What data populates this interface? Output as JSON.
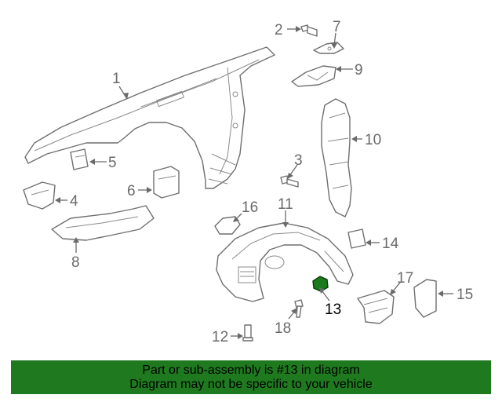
{
  "callouts": {
    "c1": "1",
    "c2": "2",
    "c3": "3",
    "c4": "4",
    "c5": "5",
    "c6": "6",
    "c7": "7",
    "c8": "8",
    "c9": "9",
    "c10": "10",
    "c11": "11",
    "c12": "12",
    "c13": "13",
    "c14": "14",
    "c15": "15",
    "c16": "16",
    "c17": "17",
    "c18": "18"
  },
  "highlighted_part": "13",
  "colors": {
    "banner_bg": "#1f7a1f",
    "highlight_part": "#1b7a1b",
    "line_art": "#6f6f6f"
  },
  "banner": {
    "line1": "Part or sub-assembly is #13 in diagram",
    "line2": "Diagram may not be specific to your vehicle"
  }
}
